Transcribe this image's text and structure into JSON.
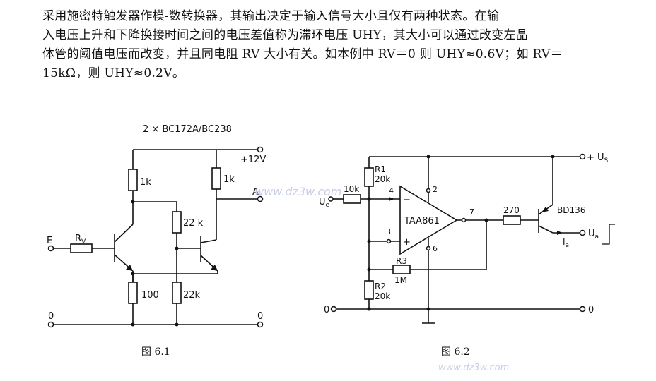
{
  "paragraph": {
    "line1": "采用施密特触发器作模-数转换器，其输出决定于输入信号大小且仅有两种状态。在输",
    "line2": "入电压上升和下降换接时间之间的电压差值称为滞环电压 UHY，其大小可以通过改变左晶",
    "line3": "体管的阈值电压而改变，并且同电阻 RV 大小有关。如本例中 RV＝0 则 UHY≈0.6V；如 RV＝",
    "line4": "15kΩ，则 UHY≈0.2V。"
  },
  "figure1": {
    "transistor_label": "2 × BC172A/BC238",
    "supply_label": "+12V",
    "r_collector_left": "1k",
    "r_collector_right": "1k",
    "r_divider_top": "22 k",
    "r_emitter": "100",
    "r_divider_bottom": "22k",
    "input_resistor": "R",
    "input_resistor_sub": "V",
    "input_label": "E",
    "output_label": "A",
    "ground_left": "0",
    "ground_right": "0",
    "caption": "图 6.1"
  },
  "figure2": {
    "supply_label": "+ U",
    "supply_sub": "S",
    "r1_name": "R1",
    "r1_value": "20k",
    "r2_name": "R2",
    "r2_value": "20k",
    "r3_name": "R3",
    "r3_value": "1M",
    "input_resistor": "10k",
    "input_label": "U",
    "input_sub": "e",
    "pin4": "4",
    "pin2": "2",
    "pin3": "3",
    "pin6": "6",
    "pin7": "7",
    "ic_name": "TAA861",
    "minus_sign": "−",
    "plus_sign": "+",
    "r_base": "270",
    "transistor": "BD136",
    "output_label": "U",
    "output_sub": "a",
    "current_label": "I",
    "current_sub": "a",
    "ground_left": "0",
    "ground_right": "0",
    "caption": "图 6.2"
  },
  "watermark": {
    "text": "www.dz3w.com",
    "url": "www.dz3w.com"
  }
}
